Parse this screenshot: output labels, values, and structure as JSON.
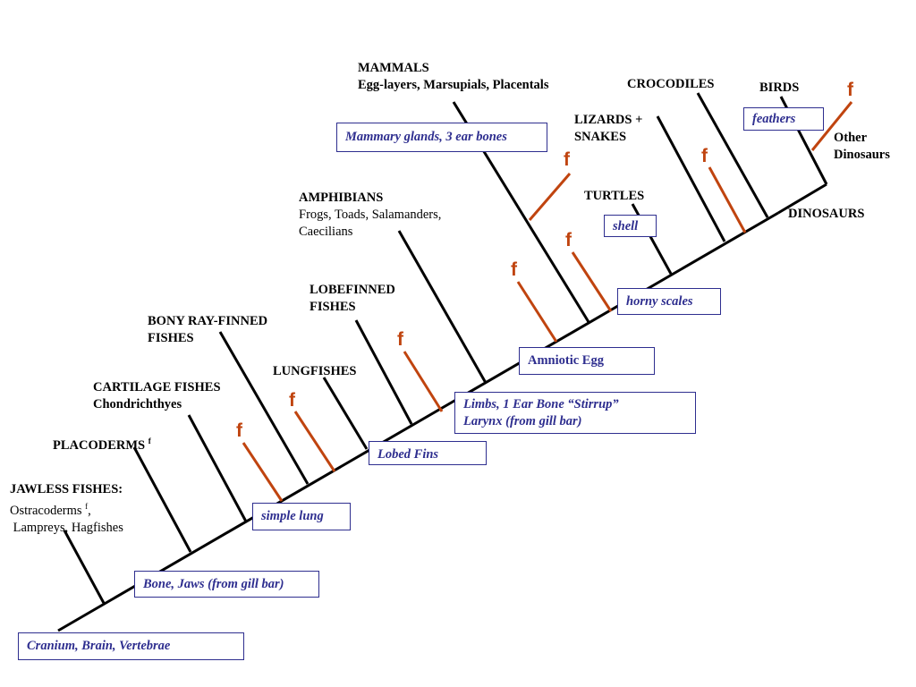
{
  "colors": {
    "branch": "#000000",
    "fossil": "#c0440f",
    "box": "#2e2e8f"
  },
  "groups": {
    "jawless": {
      "title": "JAWLESS FISHES:",
      "line2": "Ostracoderms",
      "line2_sup": "f",
      "line2_end": ",",
      "line3": " Lampreys, Hagfishes"
    },
    "placoderms": {
      "title": "PLACODERMS",
      "sup": "f"
    },
    "cartilage": {
      "title": "CARTILAGE FISHES",
      "line2": "Chondrichthyes"
    },
    "rayfinned": {
      "line1": "BONY RAY-FINNED",
      "line2": "FISHES"
    },
    "lungfishes": {
      "title": "LUNGFISHES"
    },
    "lobefinned": {
      "line1": "LOBEFINNED",
      "line2": "FISHES"
    },
    "amphibians": {
      "title": "AMPHIBIANS",
      "line2": "Frogs, Toads, Salamanders,",
      "line3": "Caecilians"
    },
    "mammals": {
      "title": "MAMMALS",
      "line2": "Egg-layers, Marsupials, Placentals"
    },
    "turtles": {
      "title": "TURTLES"
    },
    "lizards": {
      "line1": "LIZARDS +",
      "line2": "SNAKES"
    },
    "crocodiles": {
      "title": "CROCODILES"
    },
    "birds": {
      "title": "BIRDS"
    },
    "other": {
      "line1": "Other",
      "line2": "Dinosaurs"
    },
    "dinosaurs": {
      "title": "DINOSAURS"
    }
  },
  "traits": {
    "cranium": "Cranium, Brain, Vertebrae",
    "bone_jaws": "Bone, Jaws (from gill bar)",
    "simple_lung": "simple lung",
    "lobed_fins": "Lobed Fins",
    "limbs_line1": "Limbs, 1 Ear Bone “Stirrup”",
    "limbs_line2": "Larynx (from gill bar)",
    "amniotic_egg": "Amniotic Egg",
    "mammary": "Mammary glands, 3 ear bones",
    "horny_scales": "horny scales",
    "shell": "shell",
    "feathers": "feathers"
  },
  "fossil_marker": "f"
}
